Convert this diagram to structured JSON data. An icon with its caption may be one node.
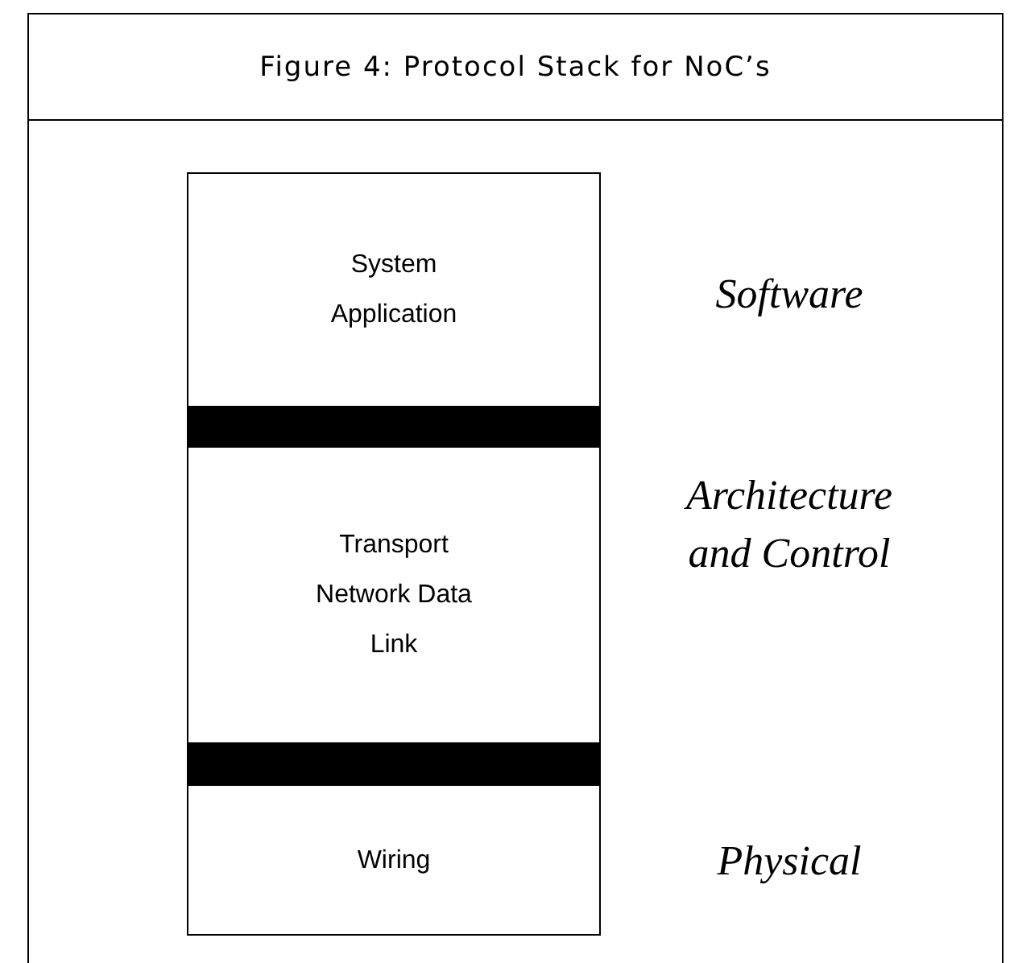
{
  "diagram": {
    "title": "Figure 4: Protocol Stack for NoC’s",
    "nodes": [
      {
        "text": [
          "System Application"
        ],
        "beside": [
          "Software"
        ]
      },
      {
        "text": [],
        "shape": "bar"
      },
      {
        "text": [
          "Transport Network Data Link"
        ],
        "beside": [
          "Architecture and Control"
        ]
      },
      {
        "text": [],
        "shape": "bar"
      },
      {
        "text": [
          "Wiring"
        ],
        "beside": [
          "Physical"
        ]
      }
    ],
    "edges": []
  }
}
